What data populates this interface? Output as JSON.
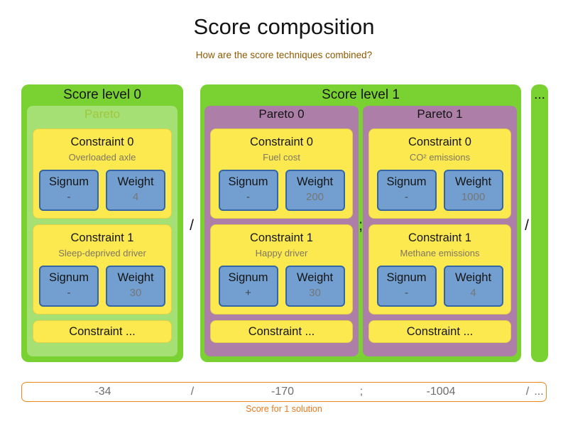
{
  "title": "Score composition",
  "subtitle": "How are the score techniques combined?",
  "colors": {
    "level_green": "#79d231",
    "pareto_purple": "#ad7fa8",
    "constraint_yellow": "#fce94f",
    "signum_weight_blue": "#729fcf",
    "blue_border": "#3465a4",
    "score_orange": "#f57900"
  },
  "sep_level01": "/",
  "sep_level1_more": "/",
  "more_levels": "...",
  "level0": {
    "label": "Score level 0",
    "pareto": {
      "label": "Pareto",
      "c0": {
        "title": "Constraint 0",
        "subtitle": "Overloaded axle",
        "signum_label": "Signum",
        "signum_value": "-",
        "weight_label": "Weight",
        "weight_value": "4"
      },
      "c1": {
        "title": "Constraint 1",
        "subtitle": "Sleep-deprived driver",
        "signum_label": "Signum",
        "signum_value": "-",
        "weight_label": "Weight",
        "weight_value": "30"
      },
      "more": {
        "title": "Constraint ..."
      }
    }
  },
  "level1": {
    "label": "Score level 1",
    "sep_paretos": ";",
    "pareto0": {
      "label": "Pareto 0",
      "c0": {
        "title": "Constraint 0",
        "subtitle": "Fuel cost",
        "signum_label": "Signum",
        "signum_value": "-",
        "weight_label": "Weight",
        "weight_value": "200"
      },
      "c1": {
        "title": "Constraint 1",
        "subtitle": "Happy driver",
        "signum_label": "Signum",
        "signum_value": "+",
        "weight_label": "Weight",
        "weight_value": "30"
      },
      "more": {
        "title": "Constraint ..."
      }
    },
    "pareto1": {
      "label": "Pareto 1",
      "c0": {
        "title": "Constraint 0",
        "subtitle": "CO² emissions",
        "signum_label": "Signum",
        "signum_value": "-",
        "weight_label": "Weight",
        "weight_value": "1000"
      },
      "c1": {
        "title": "Constraint 1",
        "subtitle": "Methane emissions",
        "signum_label": "Signum",
        "signum_value": "-",
        "weight_label": "Weight",
        "weight_value": "4"
      },
      "more": {
        "title": "Constraint ..."
      }
    }
  },
  "score_bar": {
    "v_level0": "-34",
    "sep1": "/",
    "v_pareto0": "-170",
    "sep2": ";",
    "v_pareto1": "-1004",
    "sep3": "/",
    "more": "...",
    "caption": "Score for 1 solution"
  }
}
